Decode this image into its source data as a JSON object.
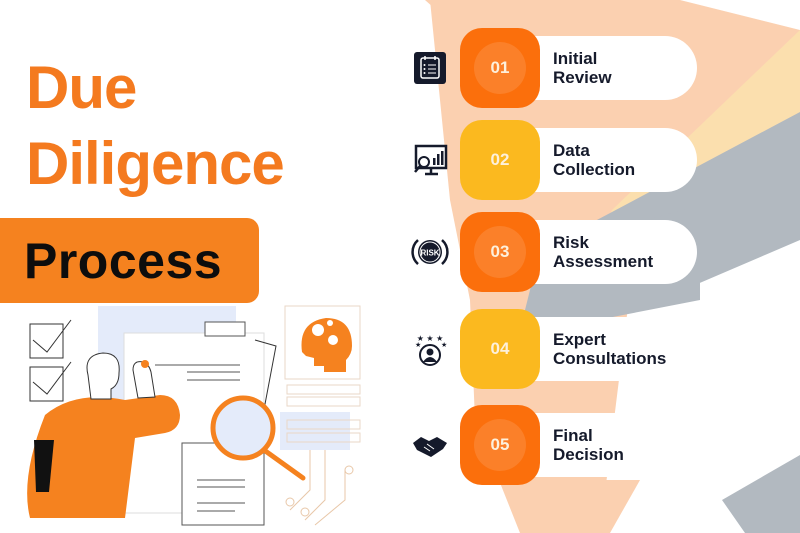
{
  "title": {
    "line1": "Due",
    "line2": "Diligence",
    "line3": "Process"
  },
  "colors": {
    "brand_orange": "#f47a1f",
    "badge_orange": "#fb6f0c",
    "badge_yellow": "#fbb91f",
    "peach": "#fbd0b0",
    "light_yellow": "#fbdfae",
    "gray": "#b2b9c0",
    "text_dark": "#151a2b"
  },
  "steps": [
    {
      "number": "01",
      "line1": "Initial",
      "line2": "Review",
      "icon": "checklist-calendar-icon",
      "color": "orange"
    },
    {
      "number": "02",
      "line1": "Data",
      "line2": "Collection",
      "icon": "data-analytics-monitor-icon",
      "color": "yellow"
    },
    {
      "number": "03",
      "line1": "Risk",
      "line2": "Assessment",
      "icon": "risk-gauge-icon",
      "color": "orange"
    },
    {
      "number": "04",
      "line1": "Expert",
      "line2": "Consultations",
      "icon": "expert-rating-icon",
      "color": "yellow"
    },
    {
      "number": "05",
      "line1": "Final",
      "line2": "Decision",
      "icon": "handshake-icon",
      "color": "orange"
    }
  ],
  "illustration": {
    "description": "person-reviewing-documents-with-magnifying-glass"
  }
}
